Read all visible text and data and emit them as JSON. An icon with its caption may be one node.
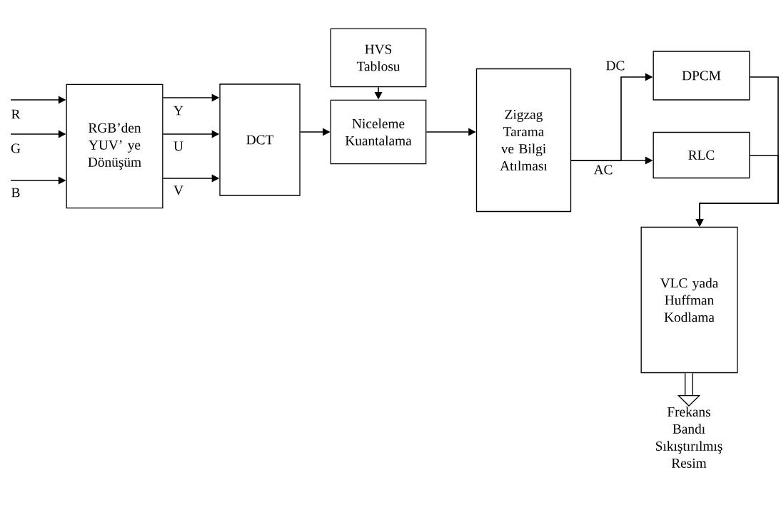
{
  "diagram": {
    "nodes": [
      {
        "text": [
          "RGB’den YUV’ ye Dönüşüm"
        ]
      },
      {
        "text": [
          "DCT"
        ]
      },
      {
        "text": [
          "HVS Tablosu"
        ]
      },
      {
        "text": [
          "Niceleme Kuantalama"
        ]
      },
      {
        "text": [
          "Zigzag Tarama ve Bilgi Atılması"
        ]
      },
      {
        "text": [
          "DPCM"
        ]
      },
      {
        "text": [
          "RLC"
        ]
      },
      {
        "text": [
          "VLC yada Huffman Kodlama"
        ]
      },
      {
        "text": [
          "Frekans Bandı Sıkıştırılmış Resim"
        ]
      }
    ],
    "edges": [
      {
        "from": null,
        "to": 0,
        "arrow": "to",
        "label": "R"
      },
      {
        "from": null,
        "to": 0,
        "arrow": "to",
        "label": "G"
      },
      {
        "from": null,
        "to": 0,
        "arrow": "to",
        "label": "B"
      },
      {
        "from": 0,
        "to": 1,
        "arrow": "to",
        "label": "Y"
      },
      {
        "from": 0,
        "to": 1,
        "arrow": "to",
        "label": "U"
      },
      {
        "from": 0,
        "to": 1,
        "arrow": "to",
        "label": "V"
      },
      {
        "from": 1,
        "to": 3,
        "arrow": "to"
      },
      {
        "from": 2,
        "to": 3,
        "arrow": "to"
      },
      {
        "from": 3,
        "to": 4,
        "arrow": "to"
      },
      {
        "from": 4,
        "to": 5,
        "arrow": "to",
        "label": "DC"
      },
      {
        "from": 4,
        "to": 6,
        "arrow": "to",
        "label": "AC"
      },
      {
        "from": 5,
        "to": 7,
        "arrow": "to"
      },
      {
        "from": 6,
        "to": 7,
        "arrow": "to"
      },
      {
        "from": 7,
        "to": 8,
        "arrow": "to",
        "style": "thick"
      }
    ]
  }
}
